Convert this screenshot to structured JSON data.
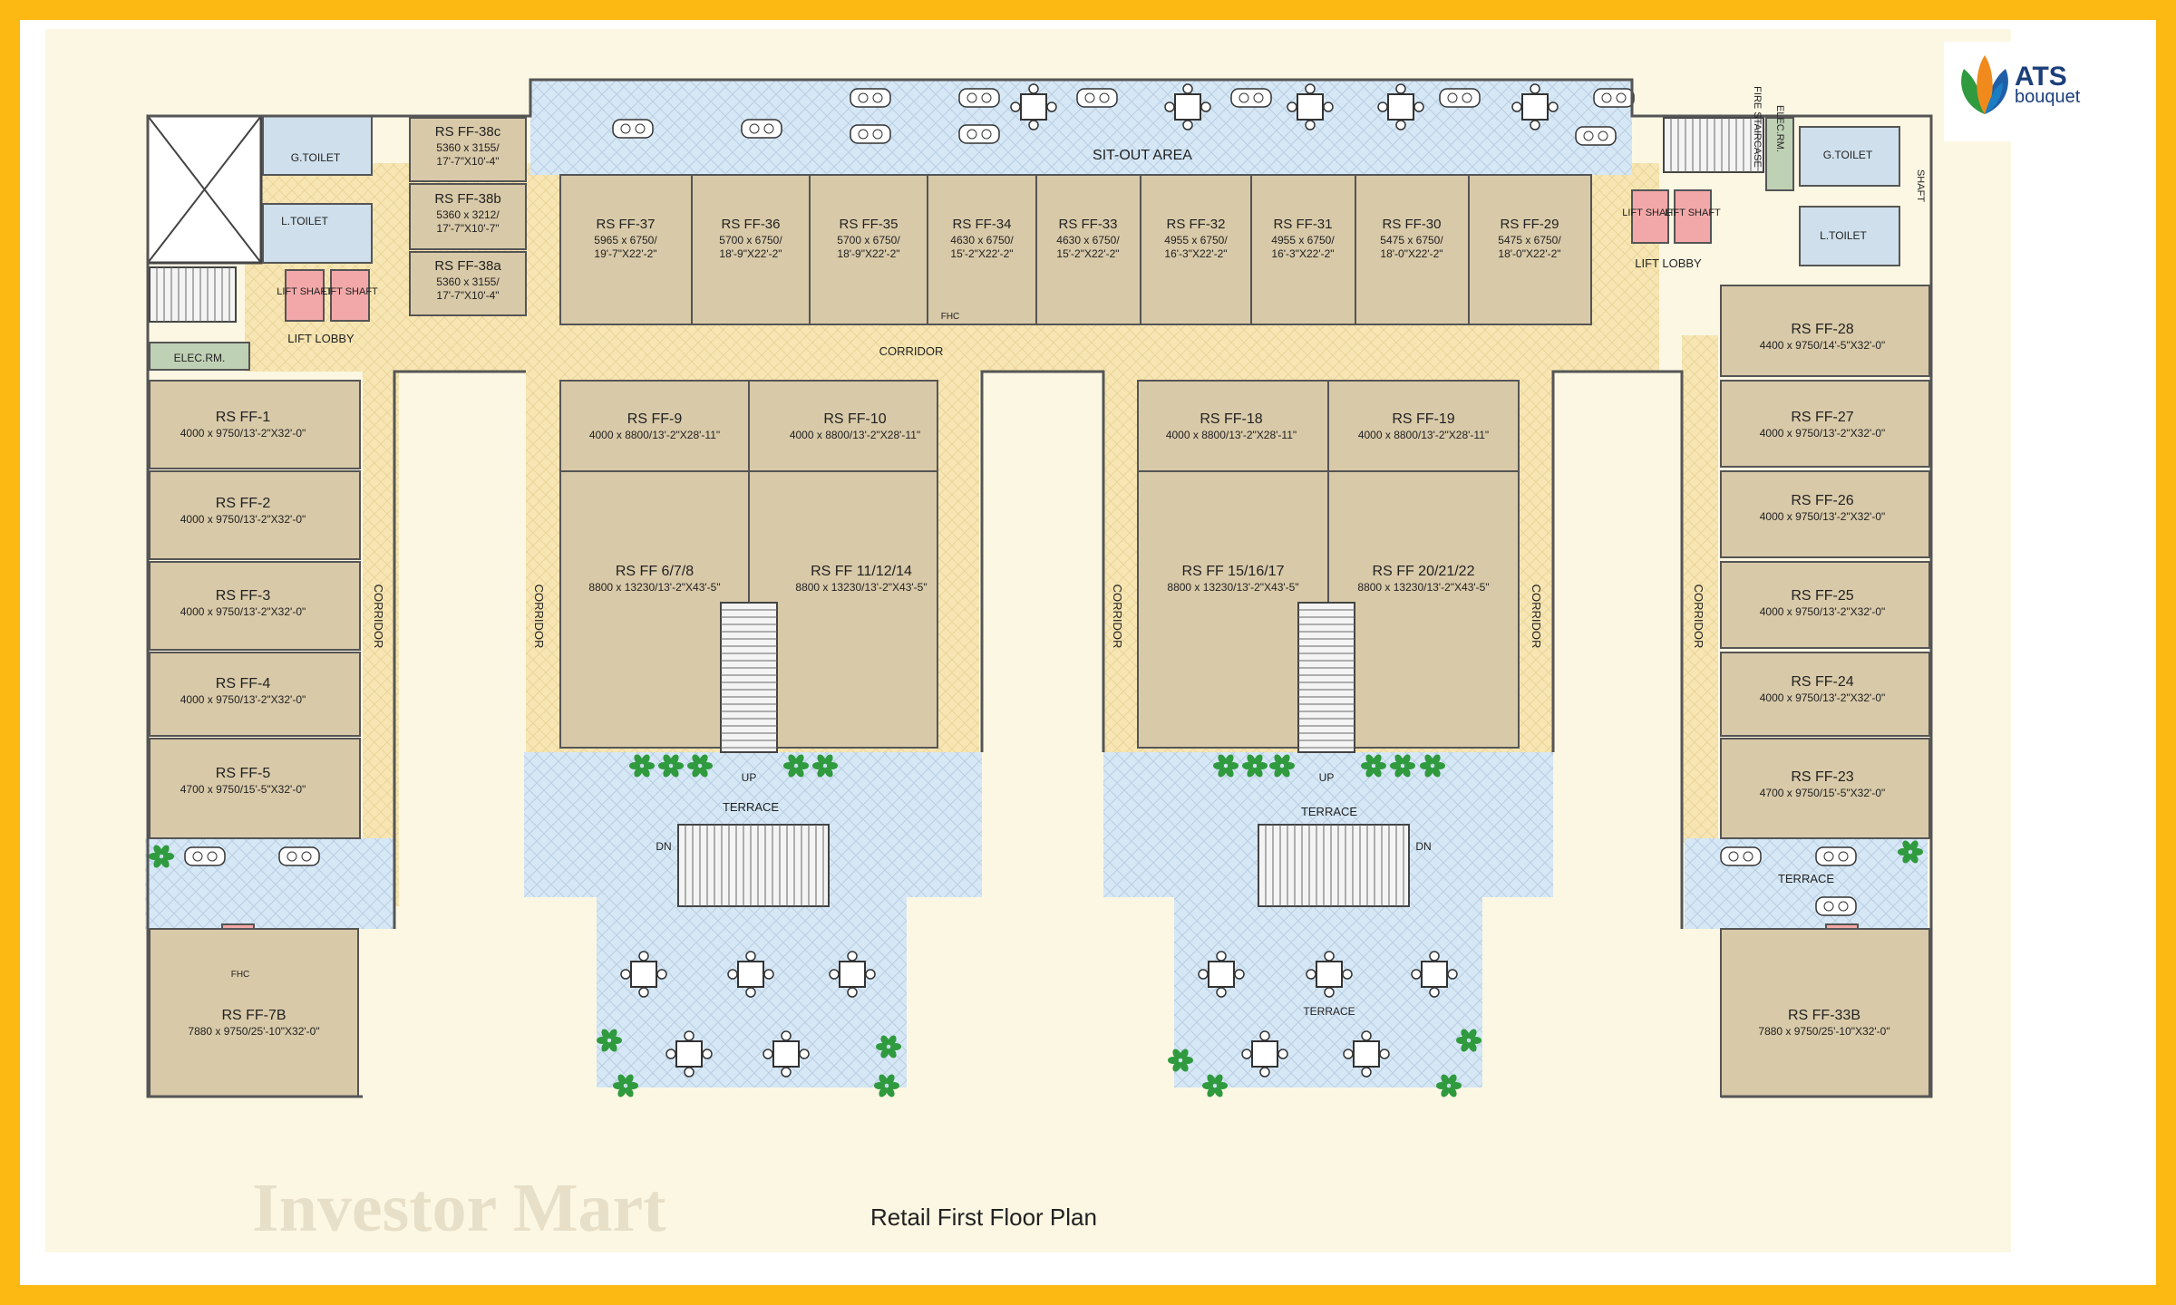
{
  "brand": {
    "name": "ATS",
    "sub": "bouquet"
  },
  "watermark": "Investor Mart",
  "plan_title": "Retail First Floor Plan",
  "colors": {
    "frame": "#fdb913",
    "unit": "#d8c9a8",
    "corridor": "#f7e6b3",
    "terrace": "#d6e7f5",
    "lift": "#f2a8a8"
  },
  "areas": {
    "sit_out": "SIT-OUT AREA",
    "corridor": "CORRIDOR",
    "terrace": "TERRACE",
    "lift_lobby": "LIFT LOBBY",
    "lift_shaft": "LIFT SHAFT",
    "g_toilet": "G.TOILET",
    "l_toilet": "L.TOILET",
    "elec_rm": "ELEC.RM.",
    "shaft": "SHAFT",
    "fire_staircase": "FIRE STAIRCASE",
    "fhc": "FHC",
    "up": "UP",
    "dn": "DN"
  },
  "units": [
    {
      "name": "RS FF-38c",
      "dims": "5360 x 3155/",
      "size": "17'-7\"X10'-4\""
    },
    {
      "name": "RS FF-38b",
      "dims": "5360 x 3212/",
      "size": "17'-7\"X10'-7\""
    },
    {
      "name": "RS FF-38a",
      "dims": "5360 x 3155/",
      "size": "17'-7\"X10'-4\""
    },
    {
      "name": "RS FF-37",
      "dims": "5965 x 6750/",
      "size": "19'-7\"X22'-2\""
    },
    {
      "name": "RS FF-36",
      "dims": "5700 x 6750/",
      "size": "18'-9\"X22'-2\""
    },
    {
      "name": "RS FF-35",
      "dims": "5700 x 6750/",
      "size": "18'-9\"X22'-2\""
    },
    {
      "name": "RS FF-34",
      "dims": "4630 x 6750/",
      "size": "15'-2\"X22'-2\""
    },
    {
      "name": "RS FF-33",
      "dims": "4630 x 6750/",
      "size": "15'-2\"X22'-2\""
    },
    {
      "name": "RS FF-32",
      "dims": "4955 x 6750/",
      "size": "16'-3\"X22'-2\""
    },
    {
      "name": "RS FF-31",
      "dims": "4955 x 6750/",
      "size": "16'-3\"X22'-2\""
    },
    {
      "name": "RS FF-30",
      "dims": "5475 x 6750/",
      "size": "18'-0\"X22'-2\""
    },
    {
      "name": "RS FF-29",
      "dims": "5475 x 6750/",
      "size": "18'-0\"X22'-2\""
    },
    {
      "name": "RS FF-1",
      "dims": "4000 x 9750/13'-2\"X32'-0\""
    },
    {
      "name": "RS FF-2",
      "dims": "4000 x 9750/13'-2\"X32'-0\""
    },
    {
      "name": "RS FF-3",
      "dims": "4000 x 9750/13'-2\"X32'-0\""
    },
    {
      "name": "RS FF-4",
      "dims": "4000 x 9750/13'-2\"X32'-0\""
    },
    {
      "name": "RS FF-5",
      "dims": "4700 x 9750/15'-5\"X32'-0\""
    },
    {
      "name": "RS FF-9",
      "dims": "4000 x 8800/13'-2\"X28'-11\""
    },
    {
      "name": "RS FF-10",
      "dims": "4000 x 8800/13'-2\"X28'-11\""
    },
    {
      "name": "RS FF 6/7/8",
      "dims": "8800 x 13230/13'-2\"X43'-5\""
    },
    {
      "name": "RS FF 11/12/14",
      "dims": "8800 x 13230/13'-2\"X43'-5\""
    },
    {
      "name": "RS FF-18",
      "dims": "4000 x 8800/13'-2\"X28'-11\""
    },
    {
      "name": "RS FF-19",
      "dims": "4000 x 8800/13'-2\"X28'-11\""
    },
    {
      "name": "RS FF 15/16/17",
      "dims": "8800 x 13230/13'-2\"X43'-5\""
    },
    {
      "name": "RS FF 20/21/22",
      "dims": "8800 x 13230/13'-2\"X43'-5\""
    },
    {
      "name": "RS FF-28",
      "dims": "4400 x 9750/14'-5\"X32'-0\""
    },
    {
      "name": "RS FF-27",
      "dims": "4000 x 9750/13'-2\"X32'-0\""
    },
    {
      "name": "RS FF-26",
      "dims": "4000 x 9750/13'-2\"X32'-0\""
    },
    {
      "name": "RS FF-25",
      "dims": "4000 x 9750/13'-2\"X32'-0\""
    },
    {
      "name": "RS FF-24",
      "dims": "4000 x 9750/13'-2\"X32'-0\""
    },
    {
      "name": "RS FF-23",
      "dims": "4700 x 9750/15'-5\"X32'-0\""
    },
    {
      "name": "RS FF-7B",
      "dims": "7880 x 9750/25'-10\"X32'-0\""
    },
    {
      "name": "RS FF-33B",
      "dims": "7880 x 9750/25'-10\"X32'-0\""
    }
  ]
}
